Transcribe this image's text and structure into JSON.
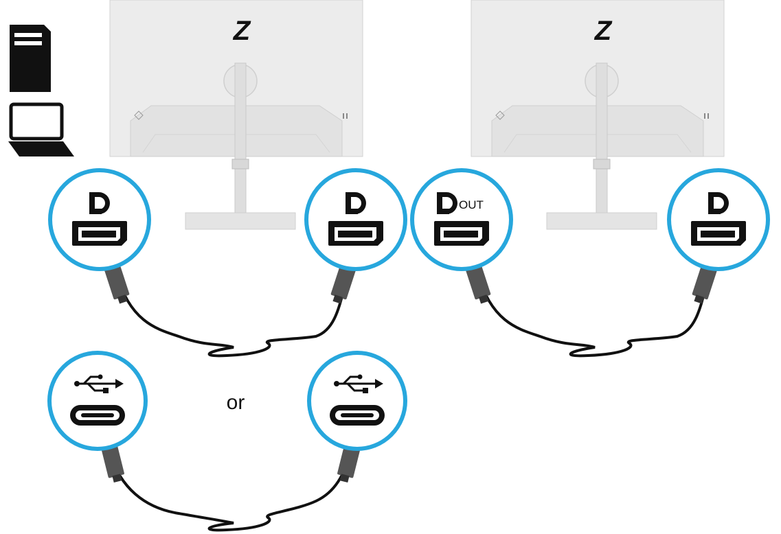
{
  "monitor_logo": "Z",
  "port_labels": {
    "dp_out": "OUT"
  },
  "connector_choice": "or",
  "icons": {
    "desktop": "desktop-tower-icon",
    "laptop": "laptop-icon",
    "displayport": "displayport-icon",
    "usb": "usb-icon",
    "displayport_port": "displayport-port-icon",
    "usb_c_port": "usb-c-port-icon"
  },
  "colors": {
    "callout_ring": "#27a7dd",
    "monitor_body": "#e9e9e9",
    "cable": "#111111"
  }
}
